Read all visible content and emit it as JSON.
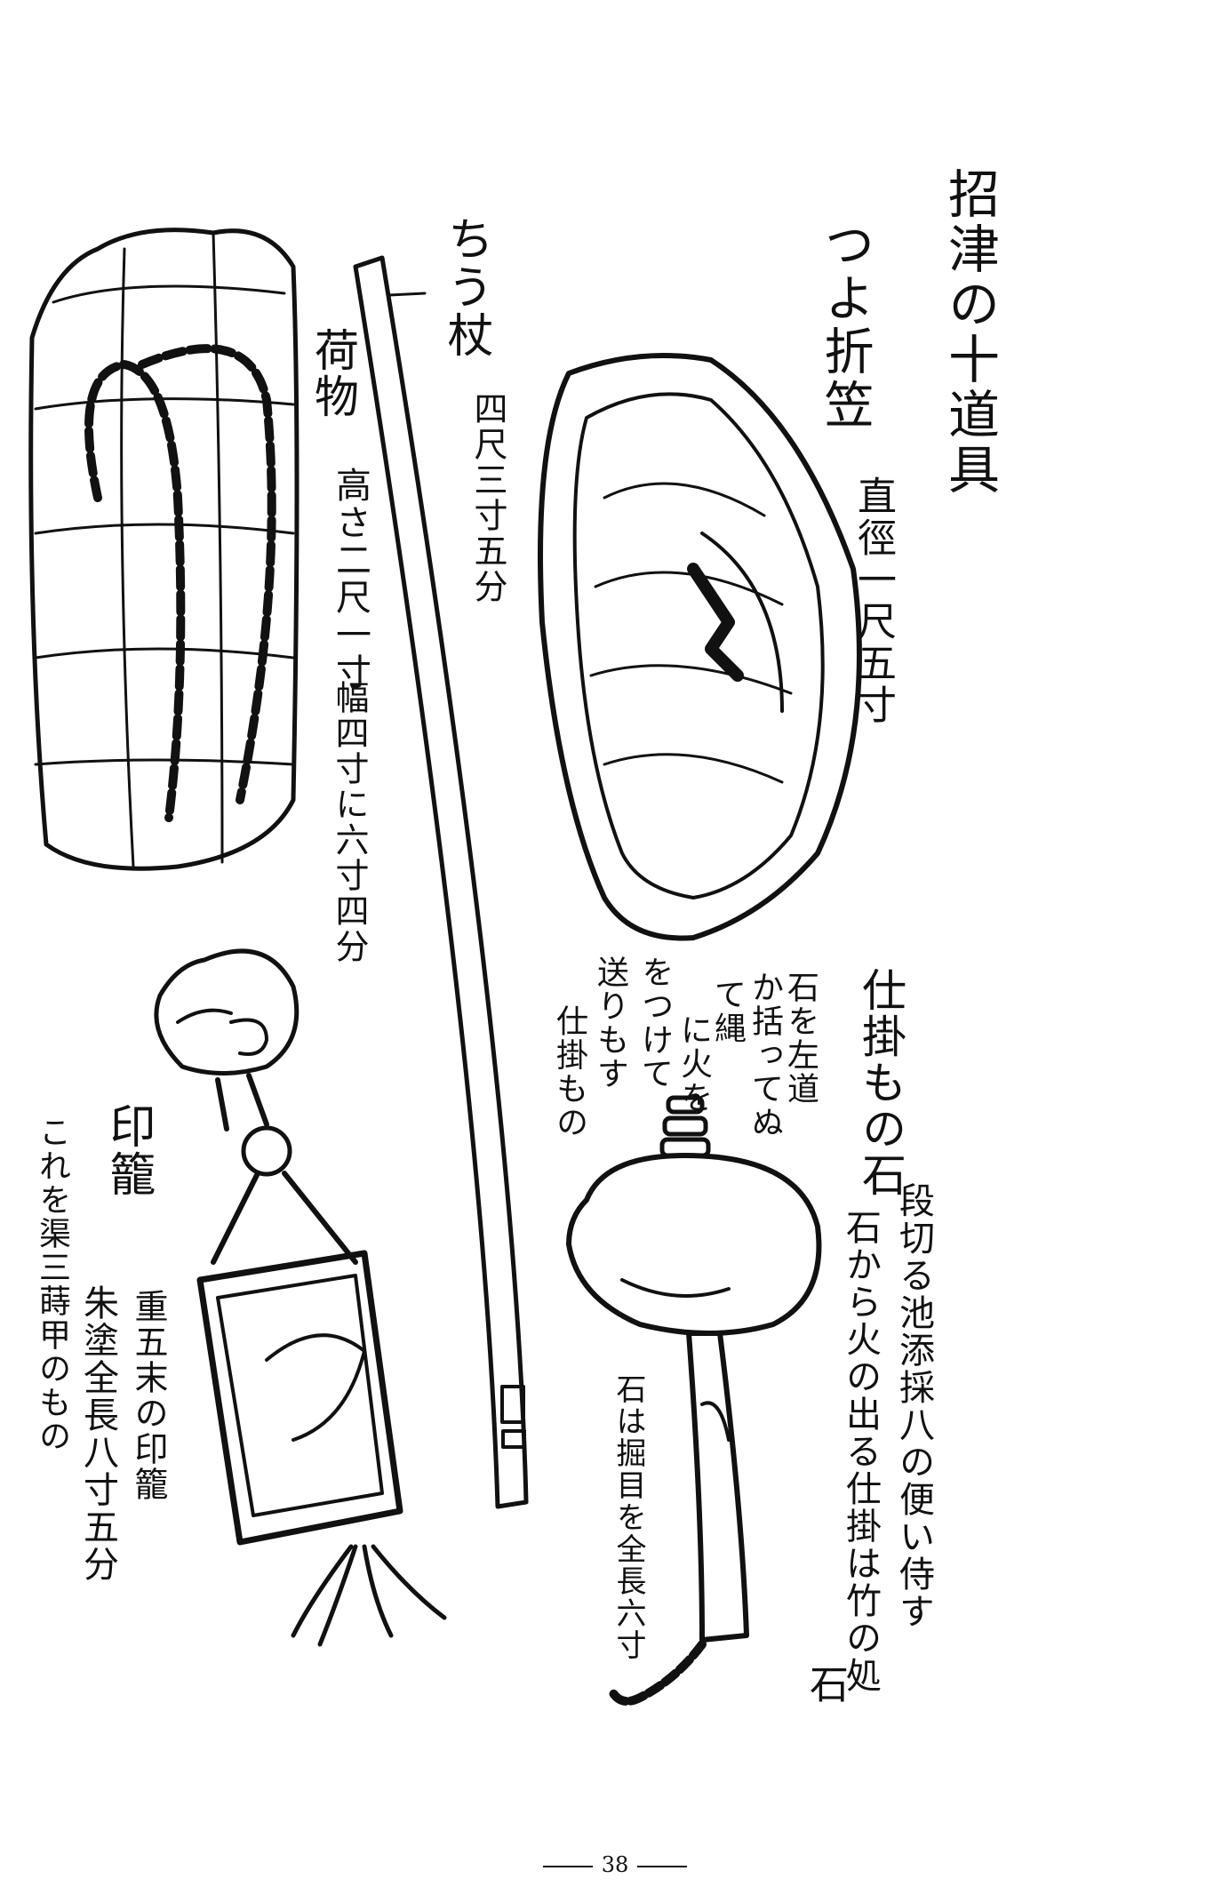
{
  "title": "招津の十道具",
  "items": {
    "kasa": {
      "name": "つよ折笠",
      "size": "直徑一尺五寸"
    },
    "tobacco_pouch": {
      "name": "荷物",
      "height": "高さ二尺一寸",
      "width": "幅四寸に六寸四分"
    },
    "staff": {
      "name": "ちう杖",
      "length": "四尺三寸五分"
    },
    "inro": {
      "name": "印籠",
      "desc": "重五末の印籠",
      "size": "朱塗全長八寸五分",
      "note": "これを渠三蒔甲のもの"
    },
    "fire_stone": {
      "name": "仕掛もの石",
      "desc_1": "段切る池添採八の便い侍す",
      "desc_2": "石から火の出る仕掛は竹の処",
      "desc_3": "石は掘目を全長六寸",
      "mech_1": "石を左道",
      "mech_2": "か括ってぬ",
      "mech_3": "て縄",
      "mech_4": "に火を",
      "mech_5": "をつけて",
      "mech_6": "送りもす",
      "mech_7": "仕掛もの",
      "mark": "石"
    }
  },
  "page_number": "38"
}
